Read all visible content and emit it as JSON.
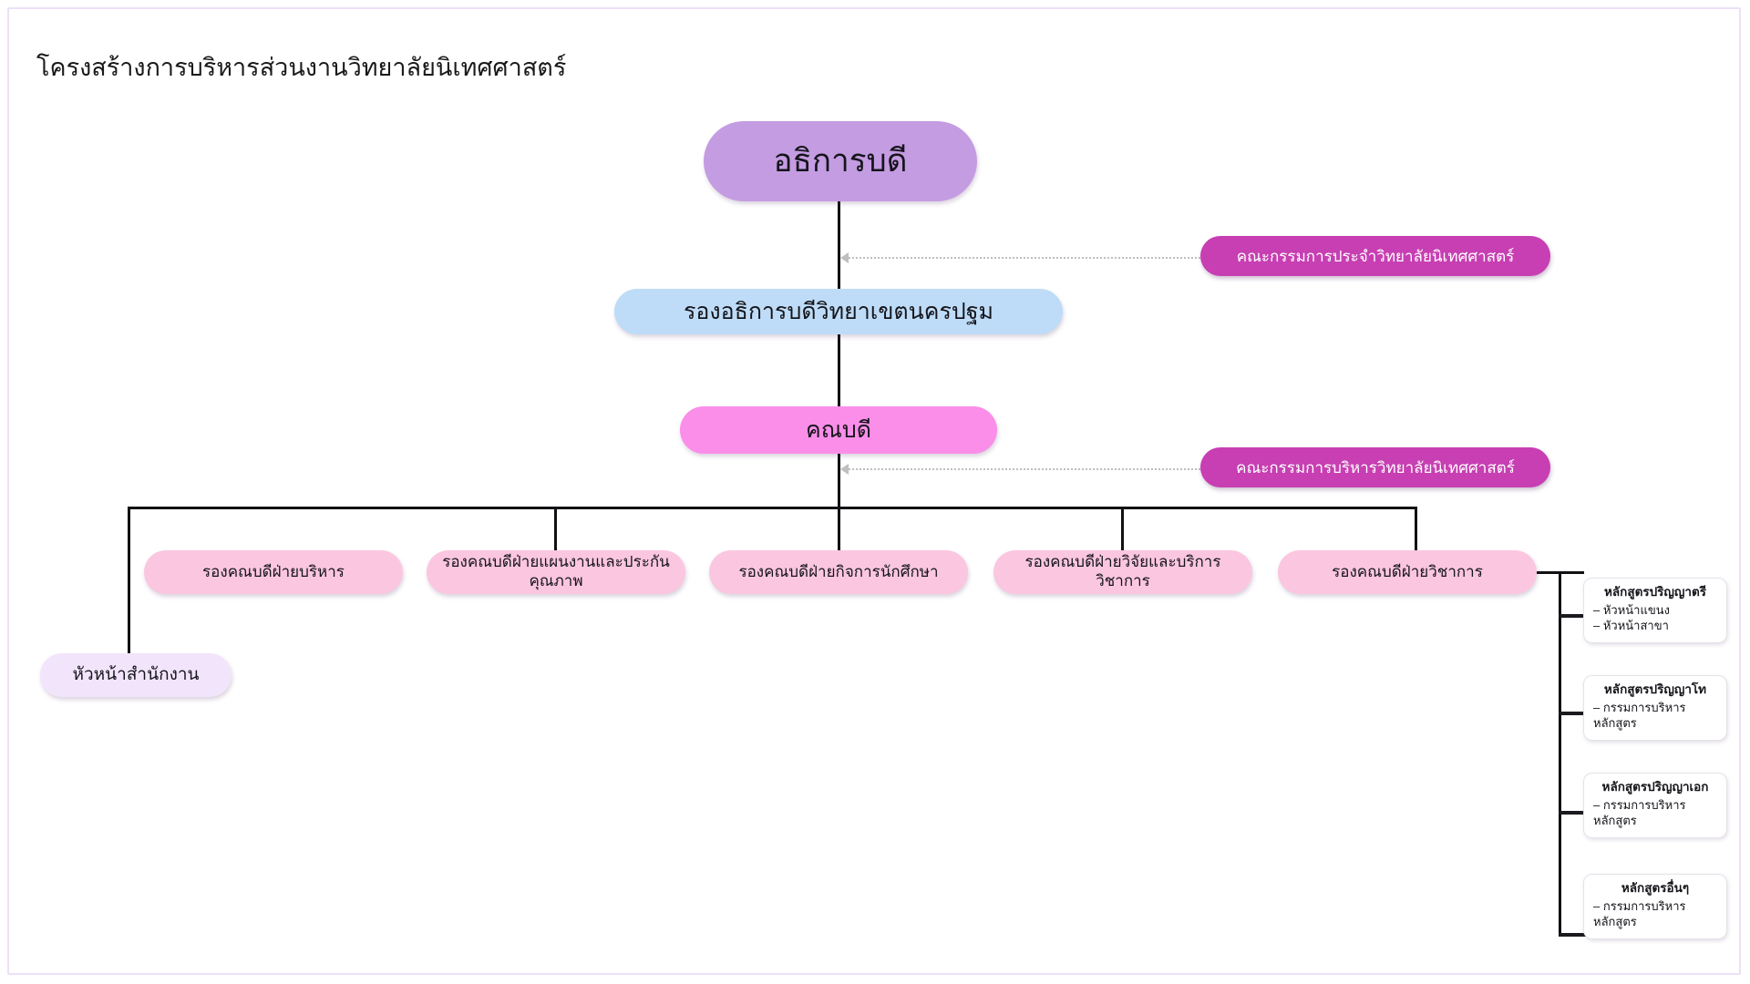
{
  "page": {
    "title": "โครงสร้างการบริหารส่วนงานวิทยาลัยนิเทศศาสตร์",
    "frame_border_color": "#ece0f8",
    "background_color": "#ffffff"
  },
  "palette": {
    "president": "#c49ce2",
    "vice_president": "#bedcf7",
    "dean": "#fa8ee8",
    "vice_dean": "#fbc6e0",
    "office_head": "#f2e5fb",
    "committee": "#c73fb2",
    "committee_text": "#ffffff",
    "connector": "#111114",
    "dotted_connector": "#bfbfbf",
    "card_background": "#ffffff",
    "card_border": "#e6e2ea"
  },
  "nodes": {
    "president": {
      "label": "อธิการบดี"
    },
    "vice_president": {
      "label": "รองอธิการบดีวิทยาเขตนครปฐม"
    },
    "dean": {
      "label": "คณบดี"
    },
    "office_head": {
      "label": "หัวหน้าสำนักงาน"
    }
  },
  "committees": [
    {
      "id": "academic-council",
      "label": "คณะกรรมการประจำวิทยาลัยนิเทศศาสตร์",
      "points_to": "vice_president"
    },
    {
      "id": "executive-board",
      "label": "คณะกรรมการบริหารวิทยาลัยนิเทศศาสตร์",
      "points_to": "dean"
    }
  ],
  "vice_deans": [
    {
      "id": "administration",
      "label": "รองคณบดีฝ่ายบริหาร"
    },
    {
      "id": "planning-qa",
      "label": "รองคณบดีฝ่ายแผนงานและประกันคุณภาพ"
    },
    {
      "id": "student-affairs",
      "label": "รองคณบดีฝ่ายกิจการนักศึกษา"
    },
    {
      "id": "research-academic-service",
      "label": "รองคณบดีฝ่ายวิจัยและบริการวิชาการ"
    },
    {
      "id": "academic",
      "label": "รองคณบดีฝ่ายวิชาการ"
    }
  ],
  "programs": [
    {
      "id": "bachelor",
      "title": "หลักสูตรปริญญาตรี",
      "items": [
        "– หัวหน้าแขนง",
        "– หัวหน้าสาขา"
      ]
    },
    {
      "id": "master",
      "title": "หลักสูตรปริญญาโท",
      "items": [
        "– กรรมการบริหาร",
        "หลักสูตร"
      ]
    },
    {
      "id": "doctoral",
      "title": "หลักสูตรปริญญาเอก",
      "items": [
        "– กรรมการบริหาร",
        "หลักสูตร"
      ]
    },
    {
      "id": "other",
      "title": "หลักสูตรอื่นๆ",
      "items": [
        "– กรรมการบริหาร",
        "หลักสูตร"
      ]
    }
  ]
}
